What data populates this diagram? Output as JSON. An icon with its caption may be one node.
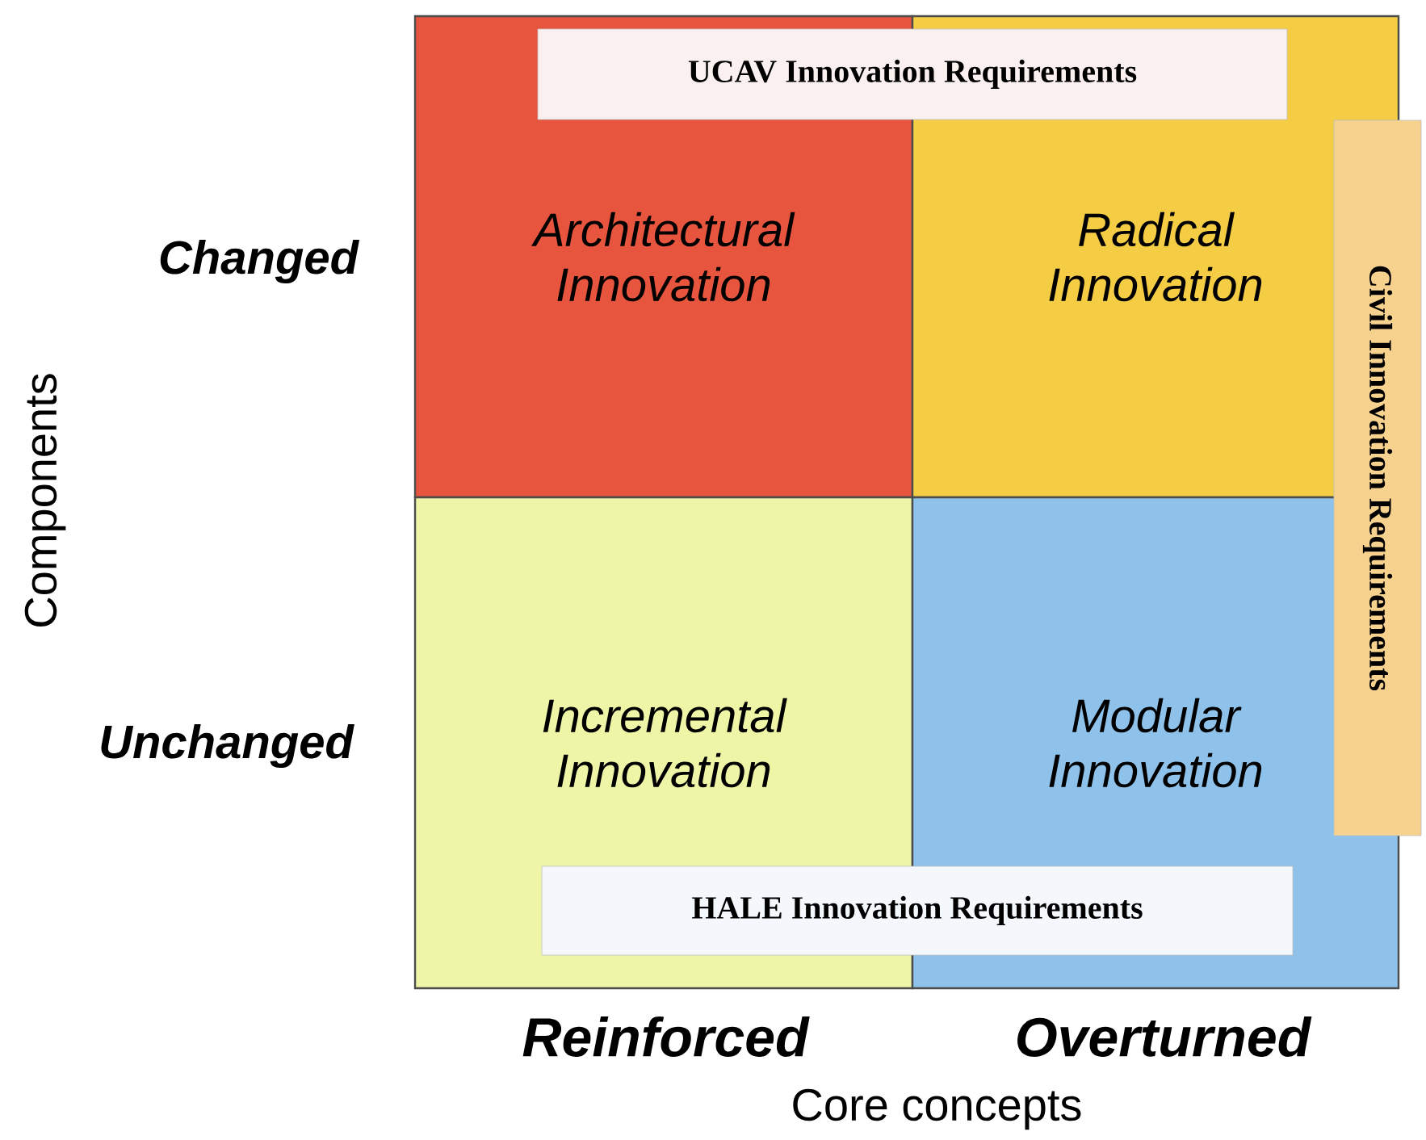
{
  "diagram": {
    "nodes": [
      {
        "text": [
          "Architectural Innovation"
        ]
      },
      {
        "text": [
          "Radical Innovation"
        ]
      },
      {
        "text": [
          "Incremental Innovation"
        ]
      },
      {
        "text": [
          "Modular Innovation"
        ]
      },
      {
        "text": [
          "UCAV Innovation Requirements"
        ]
      },
      {
        "text": [
          "Civil Innovation Requirements"
        ]
      },
      {
        "text": [
          "HALE Innovation Requirements"
        ]
      }
    ],
    "labels": [
      "Changed",
      "Components",
      "Unchanged",
      "Reinforced",
      "Overturned",
      "Core concepts"
    ]
  }
}
